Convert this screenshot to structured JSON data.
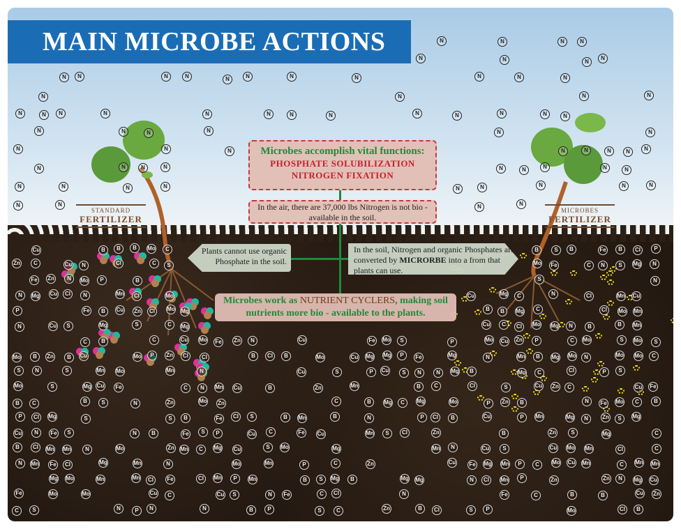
{
  "title": "MAIN MICROBE ACTIONS",
  "top_box": {
    "heading": "Microbes accomplish vital functions:",
    "line1": "PHOSPHATE SOLUBILIZATION",
    "line2": "NITROGEN FIXATION"
  },
  "air_box": "In the air, there are 37,000 lbs Nitrogen is not bio - available in the soil.",
  "left_arrow": "Plants cannot use organic Phosphate in the soil.",
  "right_arrow": {
    "text_before": "In the soil, Nitrogen and organic Phosphates are converted by ",
    "bold": "MICRORBE",
    "text_after": " into a from that plants can use."
  },
  "bottom_box": {
    "part1": "Microbes work as ",
    "highlight": "NUTRIENT CYCLERS",
    "part2": ", making soil nutrients more bio - available to the plants."
  },
  "left_label": {
    "small": "STANDARD",
    "big": "FERTILIZER"
  },
  "right_label": {
    "small": "MICROBES",
    "big": "FERTILIZER"
  },
  "air_nutrient": "N",
  "soil_nutrients": [
    "N",
    "B",
    "C",
    "P",
    "Zn",
    "Mo",
    "Cl",
    "Mg",
    "Fe",
    "S",
    "Cu",
    "Mn"
  ],
  "colors": {
    "title_bg": "#1a6db5",
    "green": "#1f8a3a",
    "red": "#c4202a",
    "soil": "#241911",
    "microbe": "#f2e11a"
  }
}
